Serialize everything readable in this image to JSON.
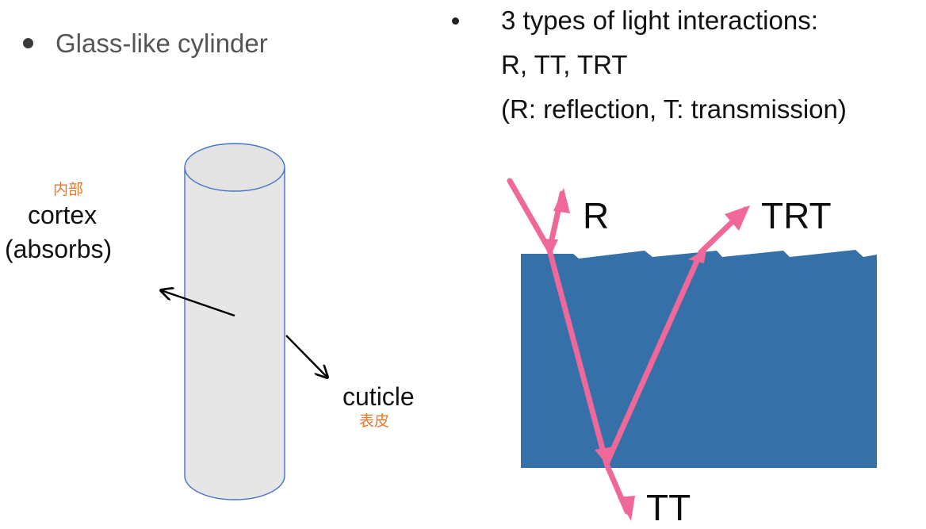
{
  "left": {
    "bullet": "Glass-like cylinder",
    "cortex_cn": "内部",
    "cortex_label": "cortex",
    "cortex_note": "(absorbs)",
    "cuticle_label": "cuticle",
    "cuticle_cn": "表皮"
  },
  "right": {
    "bullet_line1": "3 types of light interactions:",
    "bullet_line2": "R, TT, TRT",
    "bullet_line3": "(R: reflection, T: transmission)",
    "label_r": "R",
    "label_trt": "TRT",
    "label_tt": "TT"
  },
  "colors": {
    "cylinder_fill": "#e6e6e6",
    "cylinder_stroke": "#4472c4",
    "slab_fill": "#3571a8",
    "ray_color": "#f0679a",
    "annotation_cn": "#e8772e"
  }
}
